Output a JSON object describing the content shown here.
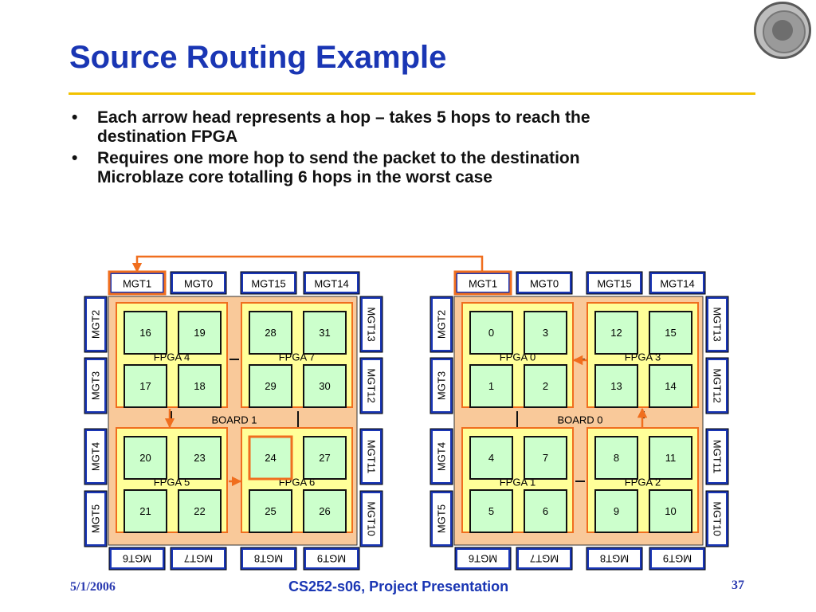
{
  "title": "Source Routing Example",
  "bullets": [
    {
      "line1": "Each arrow head represents a hop – takes 5 hops to reach the",
      "line2": "destination FPGA"
    },
    {
      "line1": "Requires one more hop to send the packet to the destination",
      "line2": "Microblaze core totalling 6 hops in the worst case"
    }
  ],
  "footer": {
    "date": "5/1/2006",
    "center": "CS252-s06, Project Presentation",
    "page": "37"
  },
  "colors": {
    "title": "#1a36b4",
    "rule": "#f2c200",
    "mgt_fill": "#1a36b4",
    "board_fill": "#f9c99a",
    "fpga_fill": "#ffff99",
    "core_fill": "#ccffcc",
    "route": "#f06e1e"
  },
  "logo": "university-seal-icon",
  "boards": [
    {
      "label": "BOARD 1",
      "mgt": {
        "top": [
          "MGT1",
          "MGT0",
          "MGT15",
          "MGT14"
        ],
        "left": [
          "MGT2",
          "MGT3",
          "MGT4",
          "MGT5"
        ],
        "right": [
          "MGT13",
          "MGT12",
          "MGT11",
          "MGT10"
        ],
        "bottom": [
          "MGT6",
          "MGT7",
          "MGT8",
          "MGT9"
        ]
      },
      "fpgas": [
        {
          "label": "FPGA 4",
          "cores": [
            "16",
            "19",
            "17",
            "18"
          ]
        },
        {
          "label": "FPGA 7",
          "cores": [
            "28",
            "31",
            "29",
            "30"
          ]
        },
        {
          "label": "FPGA 5",
          "cores": [
            "20",
            "23",
            "21",
            "22"
          ]
        },
        {
          "label": "FPGA 6",
          "cores": [
            "24",
            "27",
            "25",
            "26"
          ]
        }
      ]
    },
    {
      "label": "BOARD 0",
      "mgt": {
        "top": [
          "MGT1",
          "MGT0",
          "MGT15",
          "MGT14"
        ],
        "left": [
          "MGT2",
          "MGT3",
          "MGT4",
          "MGT5"
        ],
        "right": [
          "MGT13",
          "MGT12",
          "MGT11",
          "MGT10"
        ],
        "bottom": [
          "MGT6",
          "MGT7",
          "MGT8",
          "MGT9"
        ]
      },
      "fpgas": [
        {
          "label": "FPGA 0",
          "cores": [
            "0",
            "3",
            "1",
            "2"
          ]
        },
        {
          "label": "FPGA 3",
          "cores": [
            "12",
            "15",
            "13",
            "14"
          ]
        },
        {
          "label": "FPGA 1",
          "cores": [
            "4",
            "7",
            "5",
            "6"
          ]
        },
        {
          "label": "FPGA 2",
          "cores": [
            "8",
            "11",
            "9",
            "10"
          ]
        }
      ]
    }
  ]
}
